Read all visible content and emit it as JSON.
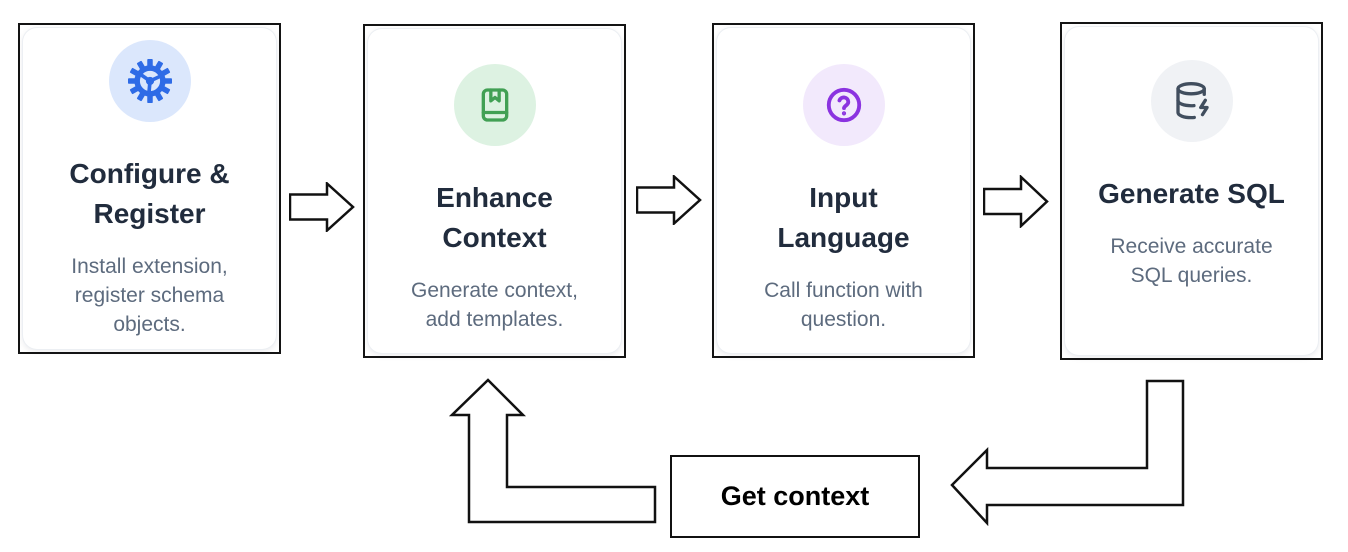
{
  "cards": [
    {
      "title": "Configure & Register",
      "title_lines": [
        "Configure &",
        "Register"
      ],
      "description": "Install extension, register schema objects.",
      "desc_lines": [
        "Install extension,",
        "register schema",
        "objects."
      ],
      "icon": "gear-icon",
      "icon_color": "#2e6be6",
      "icon_bg": "#dbe7fc"
    },
    {
      "title": "Enhance Context",
      "title_lines": [
        "Enhance",
        "Context"
      ],
      "description": "Generate context, add templates.",
      "desc_lines": [
        "Generate context,",
        "add templates."
      ],
      "icon": "book-marked-icon",
      "icon_color": "#41a054",
      "icon_bg": "#ddf2e2"
    },
    {
      "title": "Input Language",
      "title_lines": [
        "Input",
        "Language"
      ],
      "description": "Call function with question.",
      "desc_lines": [
        "Call function with",
        "question."
      ],
      "icon": "circle-question-icon",
      "icon_color": "#8b33e0",
      "icon_bg": "#f2e9fc"
    },
    {
      "title": "Generate SQL",
      "title_lines": [
        "Generate SQL"
      ],
      "description": "Receive accurate SQL queries.",
      "desc_lines": [
        "Receive accurate",
        "SQL queries."
      ],
      "icon": "database-zap-icon",
      "icon_color": "#414e5e",
      "icon_bg": "#f0f2f5"
    }
  ],
  "loop": {
    "label": "Get context"
  },
  "colors": {
    "background": "#ffffff",
    "card_border": "#141414",
    "title_text": "#212c3d",
    "description_text": "#5d6b7e",
    "arrow_outline": "#111111",
    "arrow_fill": "#ffffff"
  }
}
